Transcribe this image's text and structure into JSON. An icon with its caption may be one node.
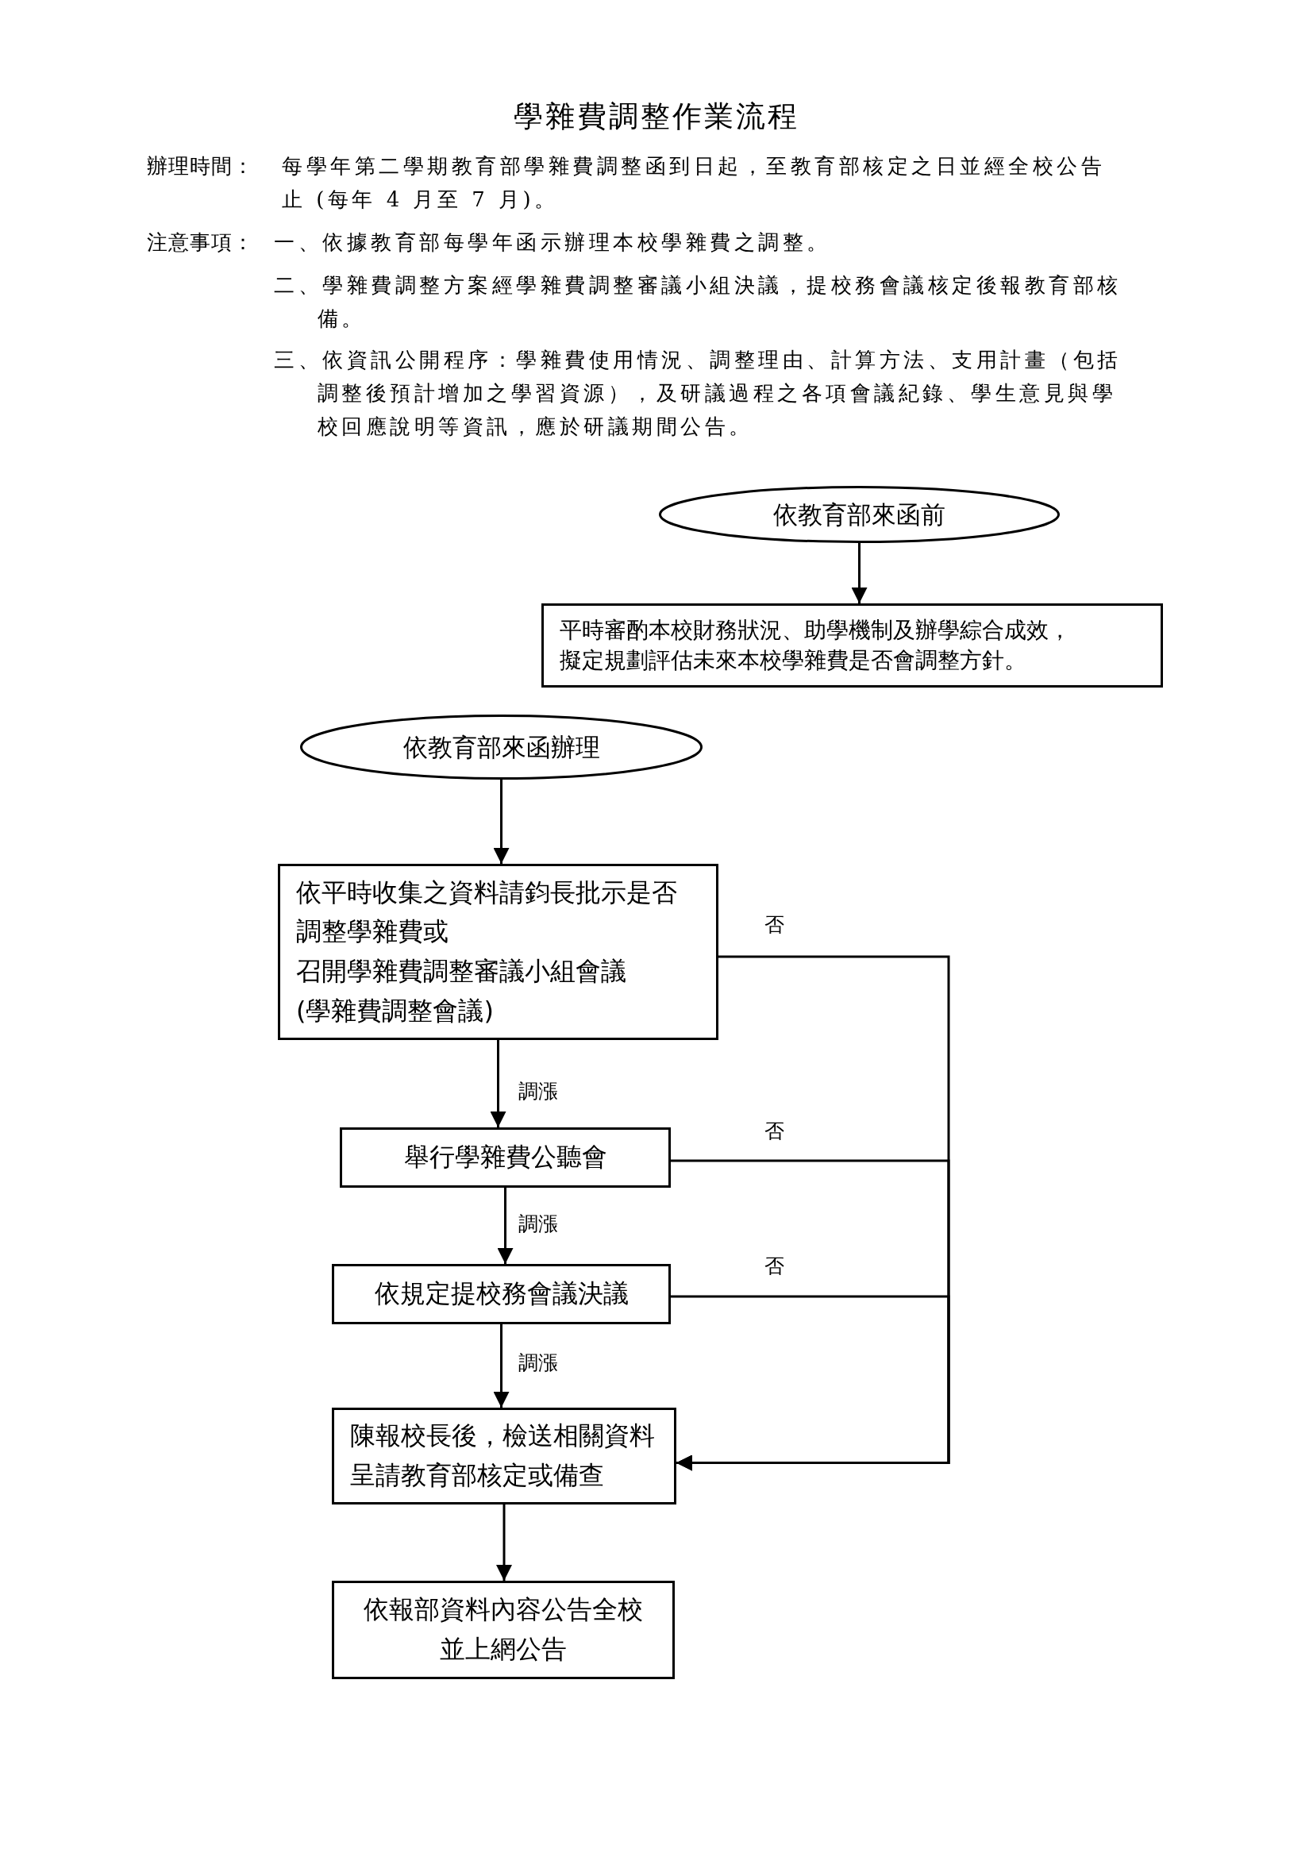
{
  "diagram": {
    "title": "學雜費調整作業流程",
    "nodes": [
      {
        "text": [
          "依教育部來函前"
        ]
      },
      {
        "text": [
          "平時審酌本校財務狀況、助學機制及辦學綜合成效，擬定規劃評估未來本校學雜費是否會調整方針。"
        ]
      },
      {
        "text": [
          "依教育部來函辦理"
        ]
      },
      {
        "text": [
          "依平時收集之資料請鈞長批示是否調整學雜費或",
          "召開學雜費調整審議小組會議",
          "(學雜費調整會議)"
        ]
      },
      {
        "text": [
          "舉行學雜費公聽會"
        ]
      },
      {
        "text": [
          "依規定提校務會議決議"
        ]
      },
      {
        "text": [
          "陳報校長後，檢送相關資料呈請教育部核定或備查"
        ]
      },
      {
        "text": [
          "依報部資料內容公告全校並上網公告"
        ]
      }
    ],
    "edges": [
      {
        "from": 0,
        "to": 1,
        "arrow": "to"
      },
      {
        "from": 2,
        "to": 3,
        "arrow": "to"
      },
      {
        "from": 3,
        "to": 4,
        "arrow": "to",
        "label": "調漲"
      },
      {
        "from": 4,
        "to": 5,
        "arrow": "to",
        "label": "調漲"
      },
      {
        "from": 5,
        "to": 6,
        "arrow": "to",
        "label": "調漲"
      },
      {
        "from": 6,
        "to": 7,
        "arrow": "to"
      },
      {
        "from": 3,
        "to": 6,
        "arrow": "to",
        "label": "否"
      },
      {
        "from": 4,
        "to": 6,
        "arrow": "to",
        "label": "否"
      },
      {
        "from": 5,
        "to": 6,
        "arrow": "to",
        "label": "否"
      }
    ],
    "labels": [
      "辦理時間：",
      "每學年第二學期教育部學雜費調整函到日起，至教育部核定之日並經全校公告止 (每年 4 月至 7 月)。",
      "注意事項：",
      "一、依據教育部每學年函示辦理本校學雜費之調整。",
      "二、學雜費調整方案經學雜費調整審議小組決議，提校務會議核定後報教育部核備。",
      "三、依資訊公開程序：學雜費使用情況、調整理由、計算方法、支用計畫（包括調整後預計增加之學習資源），及研議過程之各項會議紀錄、學生意見與學校回應說明等資訊，應於研議期間公告。"
    ]
  }
}
